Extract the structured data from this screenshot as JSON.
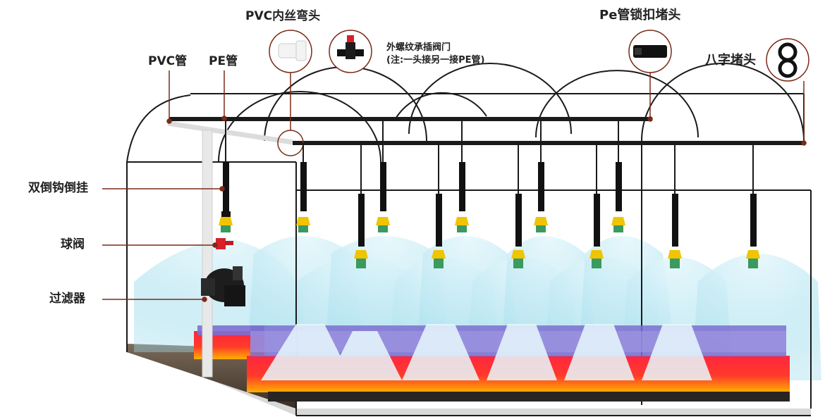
{
  "labels": {
    "pvc_pipe": "PVC管",
    "pe_pipe": "PE管",
    "pvc_elbow": "PVC内丝弯头",
    "valve_line1": "外螺纹承插阀门",
    "valve_line2": "(注:一头接另一接PE管)",
    "pe_lock_plug": "Pe管锁扣堵头",
    "figure8_plug": "八字堵头",
    "double_hook": "双倒钩倒挂",
    "ball_valve": "球阀",
    "filter": "过滤器"
  },
  "colors": {
    "pipe": "#1a1a1a",
    "pvc": "#e9e9e9",
    "leader": "#7a2a18",
    "spray": "#bfe8f3",
    "planter_top": "#ff2a3c",
    "planter_glow": "#ffb000",
    "plants": "#7d6fd0"
  }
}
